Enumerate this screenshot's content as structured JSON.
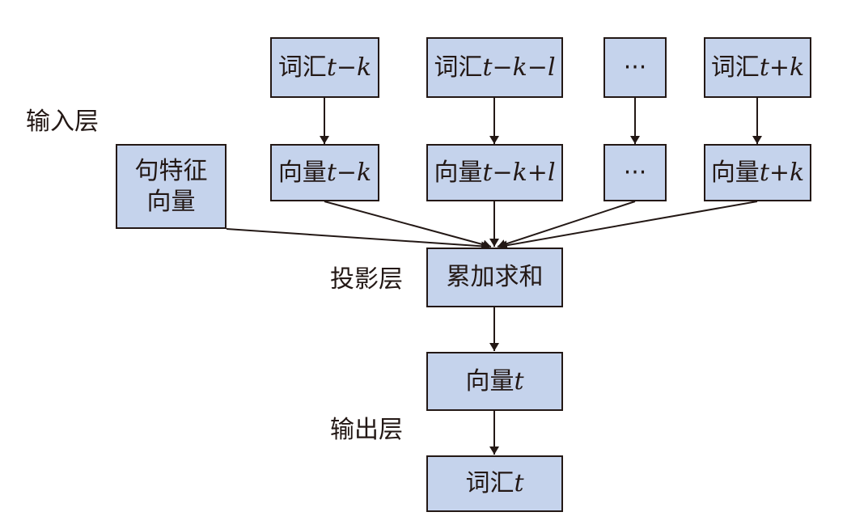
{
  "layers": {
    "input": "输入层",
    "projection": "投影层",
    "output": "输出层"
  },
  "words": [
    {
      "prefix": "词汇",
      "var": "t−k"
    },
    {
      "prefix": "词汇",
      "var": "t−k−l"
    },
    {
      "prefix": "",
      "var": "···"
    },
    {
      "prefix": "词汇",
      "var": "t+k"
    }
  ],
  "vectors": [
    {
      "prefix": "向量",
      "var": "t−k"
    },
    {
      "prefix": "向量",
      "var": "t−k+l"
    },
    {
      "prefix": "",
      "var": "···"
    },
    {
      "prefix": "向量",
      "var": "t+k"
    }
  ],
  "sentence_vector": {
    "line1": "句特征",
    "line2": "向量"
  },
  "sum_node": "累加求和",
  "output_vector": {
    "prefix": "向量",
    "var": "t"
  },
  "output_word": {
    "prefix": "词汇",
    "var": "t"
  },
  "colors": {
    "box_fill": "#c5d3ec",
    "stroke": "#231815"
  }
}
